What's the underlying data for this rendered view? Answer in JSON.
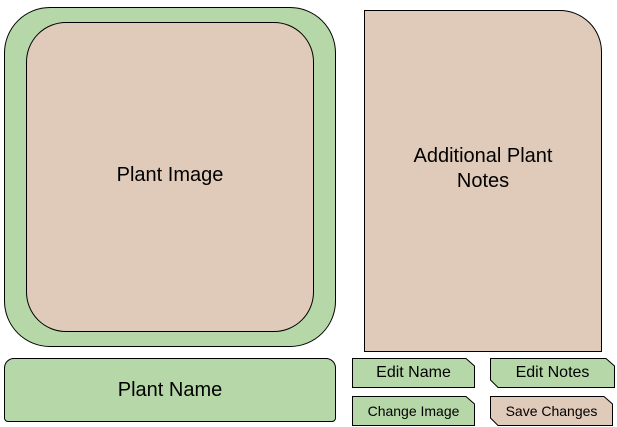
{
  "colors": {
    "green": "#b6d7a8",
    "tan": "#e0cab9",
    "outline": "#000000"
  },
  "image_panel": {
    "label": "Plant Image"
  },
  "notes_panel": {
    "label": "Additional Plant Notes"
  },
  "name_bar": {
    "label": "Plant Name"
  },
  "buttons": {
    "edit_name": "Edit Name",
    "edit_notes": "Edit Notes",
    "change_image": "Change Image",
    "save_changes": "Save Changes"
  }
}
